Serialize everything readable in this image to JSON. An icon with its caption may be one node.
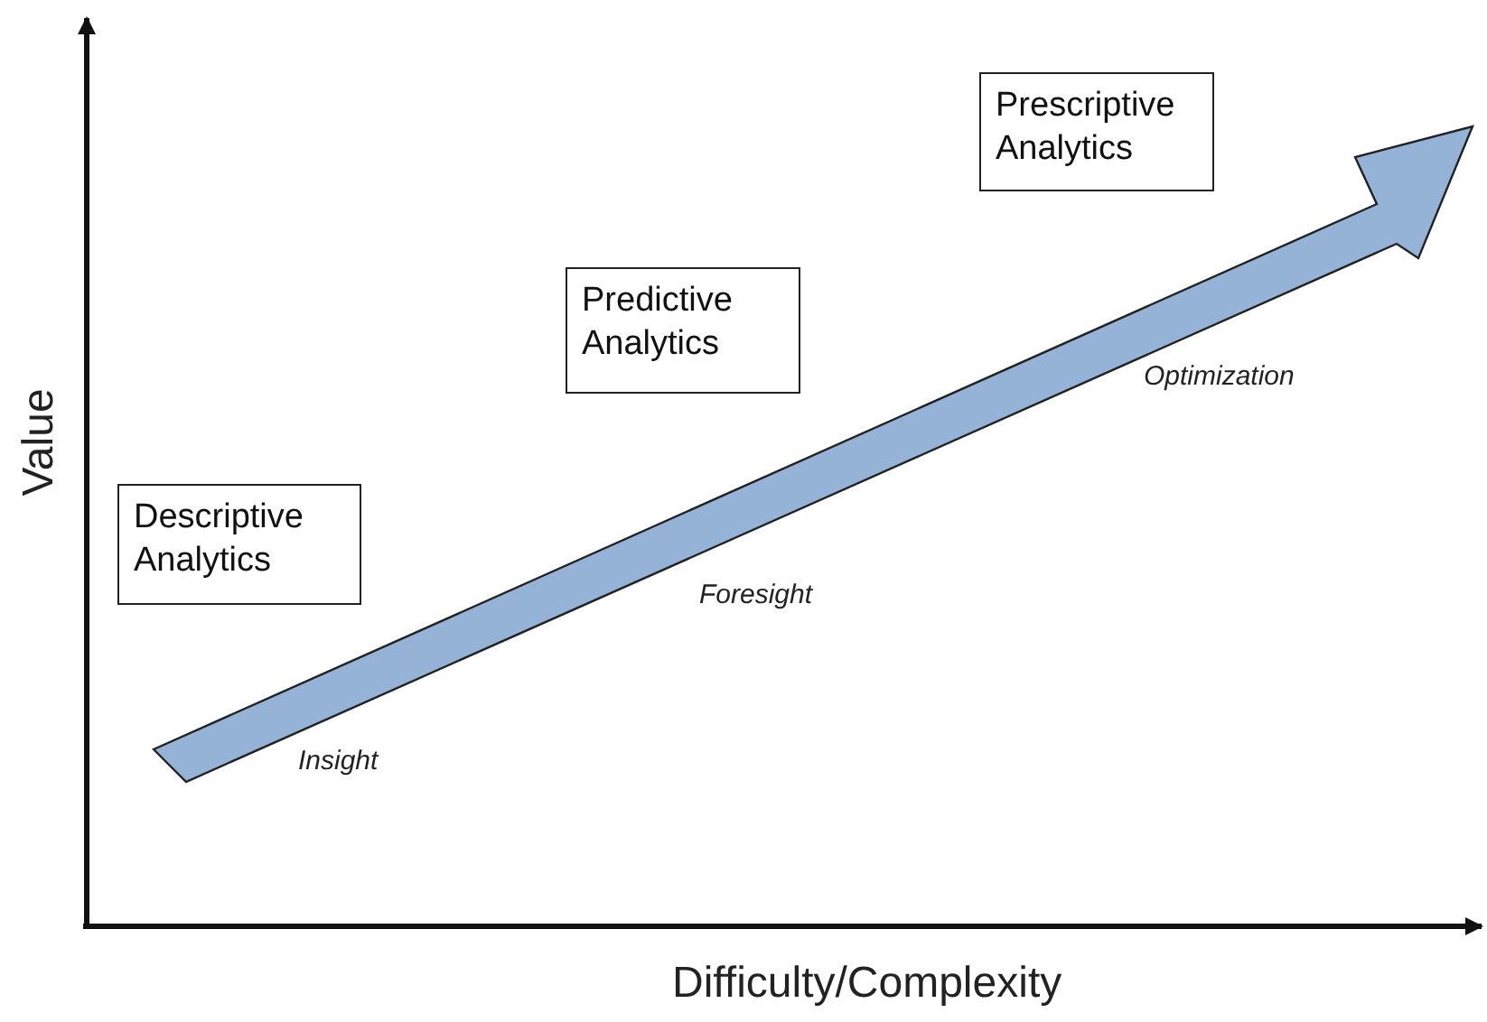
{
  "diagram": {
    "nodes": [
      {
        "text": [
          "Descriptive Analytics"
        ]
      },
      {
        "text": [
          "Predictive Analytics"
        ]
      },
      {
        "text": [
          "Prescriptive Analytics"
        ]
      }
    ],
    "labels": [
      "Value",
      "Difficulty/Complexity",
      "Insight",
      "Foresight",
      "Optimization"
    ]
  }
}
